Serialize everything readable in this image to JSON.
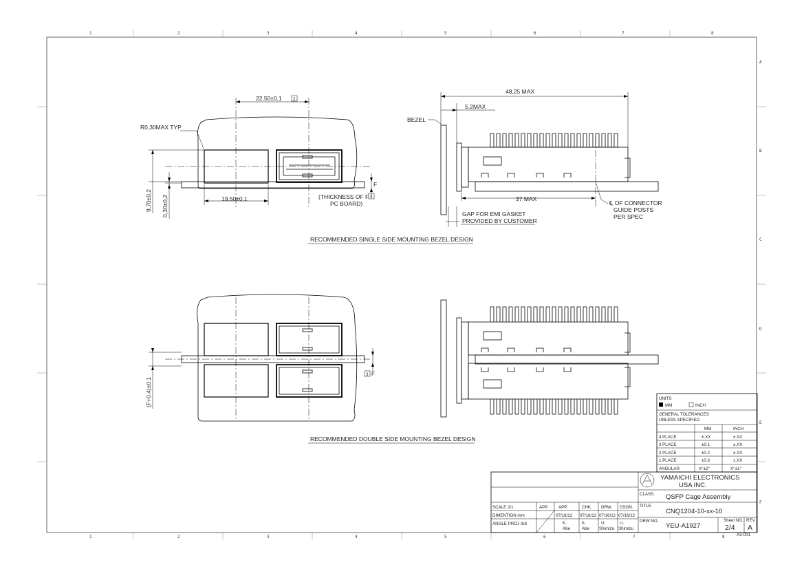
{
  "frame": {
    "col_numbers": [
      "1",
      "2",
      "3",
      "4",
      "5",
      "6",
      "7",
      "8"
    ],
    "row_letters": [
      "A",
      "B",
      "C",
      "D",
      "E",
      "F"
    ]
  },
  "views": {
    "single": {
      "caption": "RECOMMENDED SINGLE SIDE MOUNTING BEZEL DESIGN",
      "dim_top": "22,50±0,1",
      "dim_top_tag": "2",
      "radius_note": "R0,30MAX TYP",
      "dim_bottom": "19,50±0,1",
      "dim_height": "9,70±0,2",
      "dim_offset": "0,30±0,2",
      "thickness_note_1": "(THICKNESS OF F",
      "thickness_tag": "3",
      "thickness_note_2": "PC BOARD)",
      "dim_f": "F"
    },
    "side": {
      "dim_overall": "48,25 MAX",
      "dim_bezel_gap": "5.2MAX",
      "bezel_label": "BEZEL",
      "dim_post": "37 MAX",
      "post_note_1": "℄ OF CONNECTOR",
      "post_note_2": "GUIDE POSTS",
      "post_note_3": "PER SPEC",
      "gasket_note_1": "GAP FOR EMI GASKET",
      "gasket_note_2": "PROVIDED BY CUSTOMER"
    },
    "double": {
      "caption": "RECOMMENDED DOUBLE SIDE MOUNTING BEZEL DESIGN",
      "dim_height": "(F+0.4)±0.1",
      "dim_f_tag": "3",
      "dim_f": "F"
    }
  },
  "units_table": {
    "title": "UNITS",
    "opt_mm": "MM",
    "opt_inch": "INCH",
    "gen_tol_1": "GENERAL TOLERANCES",
    "gen_tol_2": "UNLESS SPECIFIED",
    "head_mm": "MM",
    "head_inch": "INCH",
    "rows": [
      {
        "label": "4 PLACE",
        "mm": "±.XX",
        "inch": "±.XX"
      },
      {
        "label": "3 PLACE",
        "mm": "±0.1",
        "inch": "±.XX"
      },
      {
        "label": "2 PLACE",
        "mm": "±0.2",
        "inch": "±.XX"
      },
      {
        "label": "1 PLACE",
        "mm": "±0.3",
        "inch": "±.XX"
      },
      {
        "label": "ANGULAR",
        "mm": "X°±2°",
        "inch": "X°±1°"
      }
    ]
  },
  "title_block": {
    "company_1": "YAMAICHI ELECTRONICS",
    "company_2": "USA INC.",
    "class_label": "CLASS.",
    "class_value": "QSFP Cage Assembly",
    "title_label": "TITLE",
    "title_value": "CNQ1204-10-xx-10",
    "drw_label": "DRW NO.",
    "drw_value": "YEU-A1927",
    "sheet_label": "Sheet NO.",
    "sheet_value": "2/4",
    "rev_label": "REV",
    "rev_value": "A",
    "scale": "SCALE  2/1",
    "dimention": "DIMENTION  mm",
    "angle_proj": "ANGLE PROJ  3rd",
    "roles": [
      "APP.",
      "APP.",
      "CHK.",
      "DRW.",
      "DSGN."
    ],
    "dates": [
      "07/16/12",
      "07/16/12",
      "07/16/12",
      "07/16/12"
    ],
    "names": [
      [
        "K.",
        "Abe"
      ],
      [
        "K.",
        "Abe"
      ],
      [
        "U.",
        "Shimizu"
      ],
      [
        "U.",
        "Shimizu"
      ]
    ],
    "paper_size": "A3-001"
  }
}
